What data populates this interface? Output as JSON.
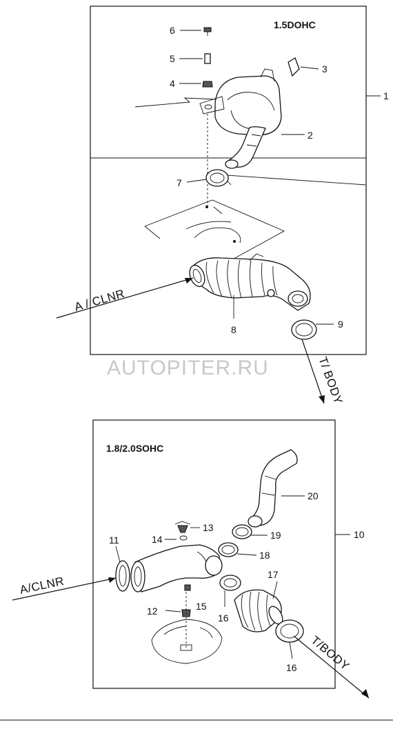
{
  "diagram_top": {
    "engine_label": "1.5DOHC",
    "callouts": [
      "1",
      "2",
      "3",
      "4",
      "5",
      "6",
      "7",
      "8",
      "9"
    ],
    "arrow_in": "A / CLNR",
    "arrow_out": "T/ BODY"
  },
  "watermark": "AUTOPITER.RU",
  "diagram_bottom": {
    "engine_label": "1.8/2.0SOHC",
    "callouts": [
      "10",
      "11",
      "12",
      "13",
      "14",
      "15",
      "16",
      "16",
      "17",
      "18",
      "19",
      "20"
    ],
    "arrow_in": "A/CLNR",
    "arrow_out": "T/BODY"
  }
}
